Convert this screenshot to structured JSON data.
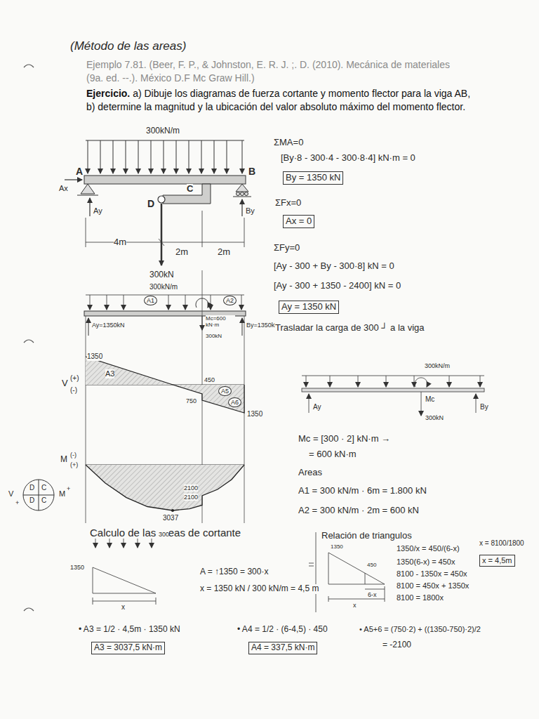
{
  "diagram": {
    "title": "(Método de las areas)",
    "labels": [
      "Ejemplo 7.81. (Beer, F. P., & Johnston, E. R. J. ;. D. (2010). Mecánica de materiales",
      "(9a. ed. --.). México D.F Mc Graw Hill.)",
      "Ejercicio.",
      "a) Dibuje los diagramas de fuerza cortante y momento flector para la viga AB, b) determine la magnitud y la ubicación del valor absoluto máximo del momento flector.",
      "300kN/m",
      "A",
      "B",
      "C",
      "D",
      "Ax",
      "Ay",
      "By",
      "4m",
      "2m",
      "2m",
      "300kN",
      "300kN/m",
      "A1",
      "A2",
      "Ay=1350kN",
      "Mc=600 kN·m",
      "By=1350kN",
      "300kN",
      "1350",
      "V",
      "(+)",
      "(-)",
      "A3",
      "450",
      "750",
      "A5",
      "A6",
      "1350",
      "M",
      "(-)",
      "(+)",
      "2100",
      "2100",
      "3037",
      "V",
      "D",
      "C",
      "D",
      "C",
      "M",
      "+",
      "+",
      "ΣMA=0",
      "[By·8 - 300·4 - 300·8·4] kN·m = 0",
      "By = 1350 kN",
      "ΣFx=0",
      "Ax = 0",
      "ΣFy=0",
      "[Ay - 300 + By - 300·8] kN = 0",
      "[Ay - 300 + 1350 - 2400] kN = 0",
      "Ay = 1350 kN",
      "Trasladar la carga de 300 ┘ a la viga",
      "300kN/m",
      "Ay",
      "Mc",
      "300kN",
      "By",
      "Mc = [300 · 2] kN·m →",
      "= 600 kN·m",
      "Areas",
      "A1 = 300 kN/m · 6m = 1.800 kN",
      "A2 = 300 kN/m · 2m = 600 kN",
      "Calculo de las areas de cortante",
      "300",
      "1350",
      "x",
      "A = ↑1350 = 300·x",
      "x = 1350 kN / 300 kN/m = 4,5 m",
      "Relación de triangulos",
      "1350",
      "450",
      "6-x",
      "x",
      "1350/x = 450/(6-x)",
      "1350(6-x) = 450x",
      "8100 - 1350x = 450x",
      "8100 = 450x + 1350x",
      "8100 = 1800x",
      "x = 8100/1800",
      "x = 4,5m",
      "• A3 = 1/2 · 4,5m · 1350 kN",
      "A3 = 3037,5 kN·m",
      "• A4 = 1/2 · (6-4,5) · 450",
      "A4 = 337,5 kN·m",
      "• A5+6 = (750·2) + ((1350-750)·2)/2",
      "= -2100"
    ]
  }
}
